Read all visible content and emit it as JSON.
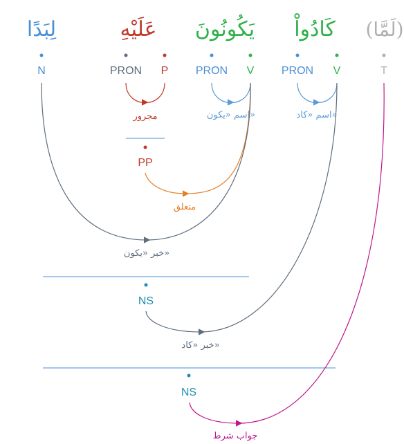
{
  "words": [
    {
      "id": "w1",
      "text": "لِبَدًا",
      "color": "#4a8fd6"
    },
    {
      "id": "w2",
      "text": "عَلَيْهِ",
      "color": "#c0392b"
    },
    {
      "id": "w3",
      "text": "يَكُونُونَ",
      "color": "#2fb14a"
    },
    {
      "id": "w4",
      "text": "كَادُواْ",
      "color": "#2fb14a"
    },
    {
      "id": "w5",
      "text": "(لَمَّا)",
      "color": "#b0b0b0"
    }
  ],
  "tags": [
    {
      "id": "t-n",
      "text": "N",
      "color": "#4a8fd6"
    },
    {
      "id": "t-pron1",
      "text": "PRON",
      "color": "#5d6d7e"
    },
    {
      "id": "t-p",
      "text": "P",
      "color": "#c0392b"
    },
    {
      "id": "t-pron2",
      "text": "PRON",
      "color": "#4a8fd6"
    },
    {
      "id": "t-v1",
      "text": "V",
      "color": "#2fb14a"
    },
    {
      "id": "t-pron3",
      "text": "PRON",
      "color": "#4a8fd6"
    },
    {
      "id": "t-v2",
      "text": "V",
      "color": "#2fb14a"
    },
    {
      "id": "t-t",
      "text": "T",
      "color": "#b0b0b0"
    }
  ],
  "phrases": [
    {
      "id": "pp",
      "text": "PP",
      "color": "#c0392b"
    },
    {
      "id": "ns1",
      "text": "NS",
      "color": "#1e8fb0"
    },
    {
      "id": "ns2",
      "text": "NS",
      "color": "#1e8fb0"
    }
  ],
  "edges": [
    {
      "id": "e-majrur",
      "text": "مجرور",
      "color": "#c0392b"
    },
    {
      "id": "e-ism-yakun",
      "text": "اسم «يكون»",
      "color": "#5b9bd5"
    },
    {
      "id": "e-ism-kad",
      "text": "اسم «كاد»",
      "color": "#5b9bd5"
    },
    {
      "id": "e-mutaallaq",
      "text": "متعلق",
      "color": "#e67e22"
    },
    {
      "id": "e-khabar-yakun",
      "text": "خبر «يكون»",
      "color": "#5d6d7e"
    },
    {
      "id": "e-khabar-kad",
      "text": "خبر «كاد»",
      "color": "#5d6d7e"
    },
    {
      "id": "e-jawab",
      "text": "جواب شرط",
      "color": "#c0168f"
    }
  ],
  "colors": {
    "grey": "#5d6d7e",
    "blue": "#5b9bd5",
    "red": "#c0392b",
    "orange": "#e67e22",
    "magenta": "#c0168f",
    "teal": "#1e8fb0",
    "light": "#b0b0b0"
  }
}
